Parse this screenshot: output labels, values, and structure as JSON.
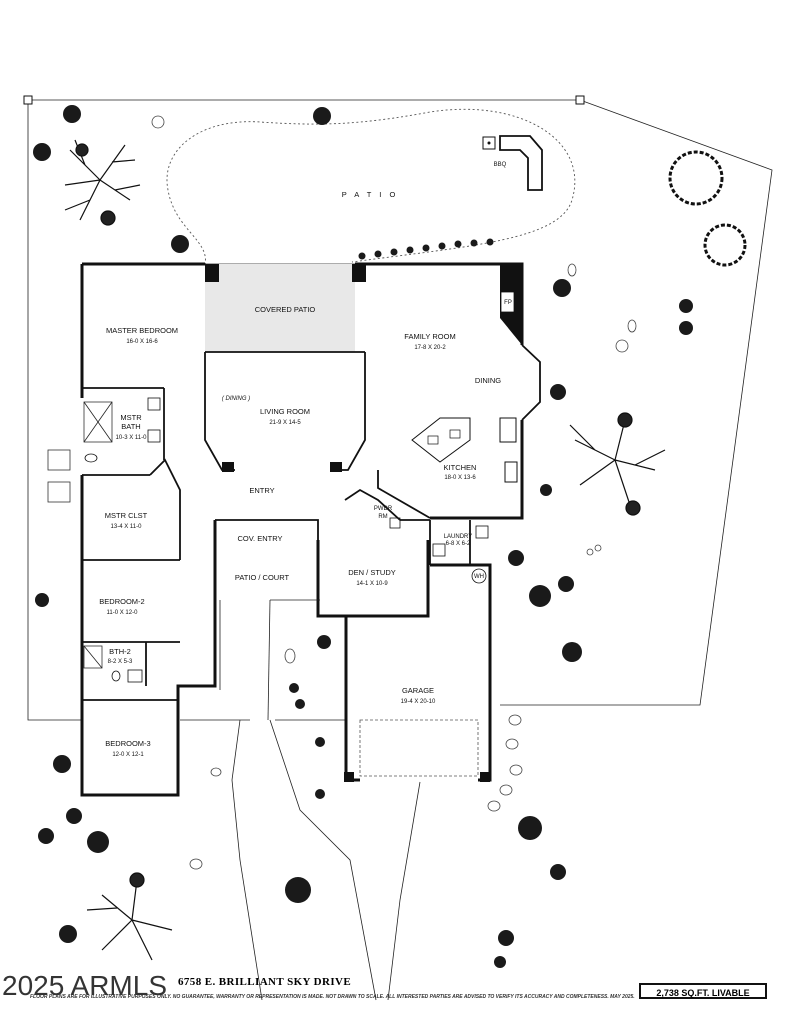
{
  "address": "6758 E. BRILLIANT SKY DRIVE",
  "sqft": "2,738 SQ.FT. LIVABLE",
  "watermark": "2025 ARMLS",
  "disclaimer": "FLOOR PLANS ARE FOR ILLUSTRATIVE PURPOSES ONLY. NO GUARANTEE, WARRANTY OR REPRESENTATION IS MADE. NOT DRAWN TO SCALE. ALL INTERESTED PARTIES ARE ADVISED TO VERIFY ITS ACCURACY AND COMPLETENESS. MAY 2025.",
  "outdoor": {
    "patio": "P A T I O",
    "bbq": "BBQ",
    "covered_patio": "COVERED PATIO",
    "cov_entry": "COV. ENTRY",
    "patio_court": "PATIO / COURT",
    "entry": "ENTRY"
  },
  "rooms": {
    "master_bedroom": {
      "name": "MASTER BEDROOM",
      "dims": "16-0  X  16-6"
    },
    "mstr_bath": {
      "name1": "MSTR",
      "name2": "BATH",
      "dims": "10-3 X 11-0"
    },
    "mstr_clst": {
      "name": "MSTR  CLST",
      "dims": "13-4  X 11-0"
    },
    "bedroom2": {
      "name": "BEDROOM-2",
      "dims": "11-0  X  12-0"
    },
    "bth2": {
      "name": "BTH-2",
      "dims": "8-2 X 5-3"
    },
    "bedroom3": {
      "name": "BEDROOM-3",
      "dims": "12-0  X  12-1"
    },
    "living_room": {
      "name": "LIVING ROOM",
      "dims": "21-9  X  14-5",
      "dining": "( DINING )"
    },
    "family_room": {
      "name": "FAMILY ROOM",
      "dims": "17-8  X  20-2"
    },
    "dining": {
      "name": "DINING"
    },
    "kitchen": {
      "name": "KITCHEN",
      "dims": "18-0  X  13-6"
    },
    "pwdr": {
      "name1": "PWDR",
      "name2": "RM"
    },
    "laundry": {
      "name": "LAUNDRY",
      "dims": "6-8 X 6-2"
    },
    "den": {
      "name": "DEN / STUDY",
      "dims": "14-1  X  10-9"
    },
    "garage": {
      "name": "GARAGE",
      "dims": "19-4  X  20-10"
    },
    "fp": "FP",
    "wh": "WH"
  }
}
